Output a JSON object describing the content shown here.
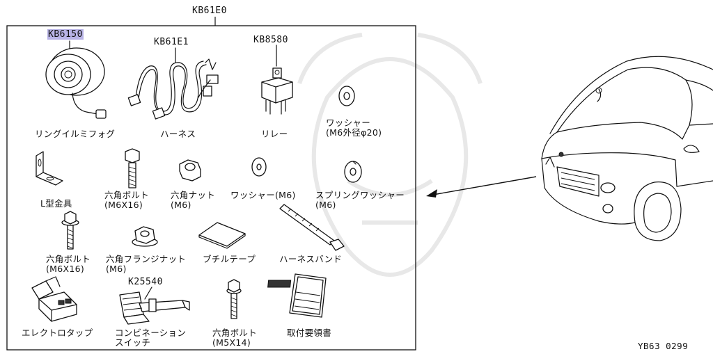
{
  "diagram": {
    "assembly_code": "KB61E0",
    "highlighted_code": "KB6150",
    "figure_code": "YB63 0299",
    "parts": [
      {
        "key": "ring_fog",
        "code": "KB6150",
        "label": "リングイルミフォグ"
      },
      {
        "key": "harness",
        "code": "KB61E1",
        "label": "ハーネス"
      },
      {
        "key": "relay",
        "code": "KB8580",
        "label": "リレー"
      },
      {
        "key": "washer20",
        "code": "",
        "label": "ワッシャー\n(M6外径φ20)"
      },
      {
        "key": "bracket",
        "code": "",
        "label": "L型金具"
      },
      {
        "key": "bolt1",
        "code": "",
        "label": "六角ボルト\n(M6X16)"
      },
      {
        "key": "nut",
        "code": "",
        "label": "六角ナット\n(M6)"
      },
      {
        "key": "washer_m6",
        "code": "",
        "label": "ワッシャー(M6)"
      },
      {
        "key": "spring_washer",
        "code": "",
        "label": "スプリングワッシャー\n(M6)"
      },
      {
        "key": "bolt2",
        "code": "",
        "label": "六角ボルト\n(M6X16)"
      },
      {
        "key": "flange_nut",
        "code": "",
        "label": "六角フランジナット\n(M6)"
      },
      {
        "key": "butyl_tape",
        "code": "",
        "label": "ブチルテープ"
      },
      {
        "key": "harness_band",
        "code": "",
        "label": "ハーネスバンド"
      },
      {
        "key": "electro_tap",
        "code": "",
        "label": "エレクトロタップ"
      },
      {
        "key": "combi_switch",
        "code": "K25540",
        "label": "コンビネーション\nスイッチ"
      },
      {
        "key": "bolt3",
        "code": "",
        "label": "六角ボルト\n(M5X14)"
      },
      {
        "key": "manual",
        "code": "",
        "label": "取付要領書"
      }
    ]
  }
}
